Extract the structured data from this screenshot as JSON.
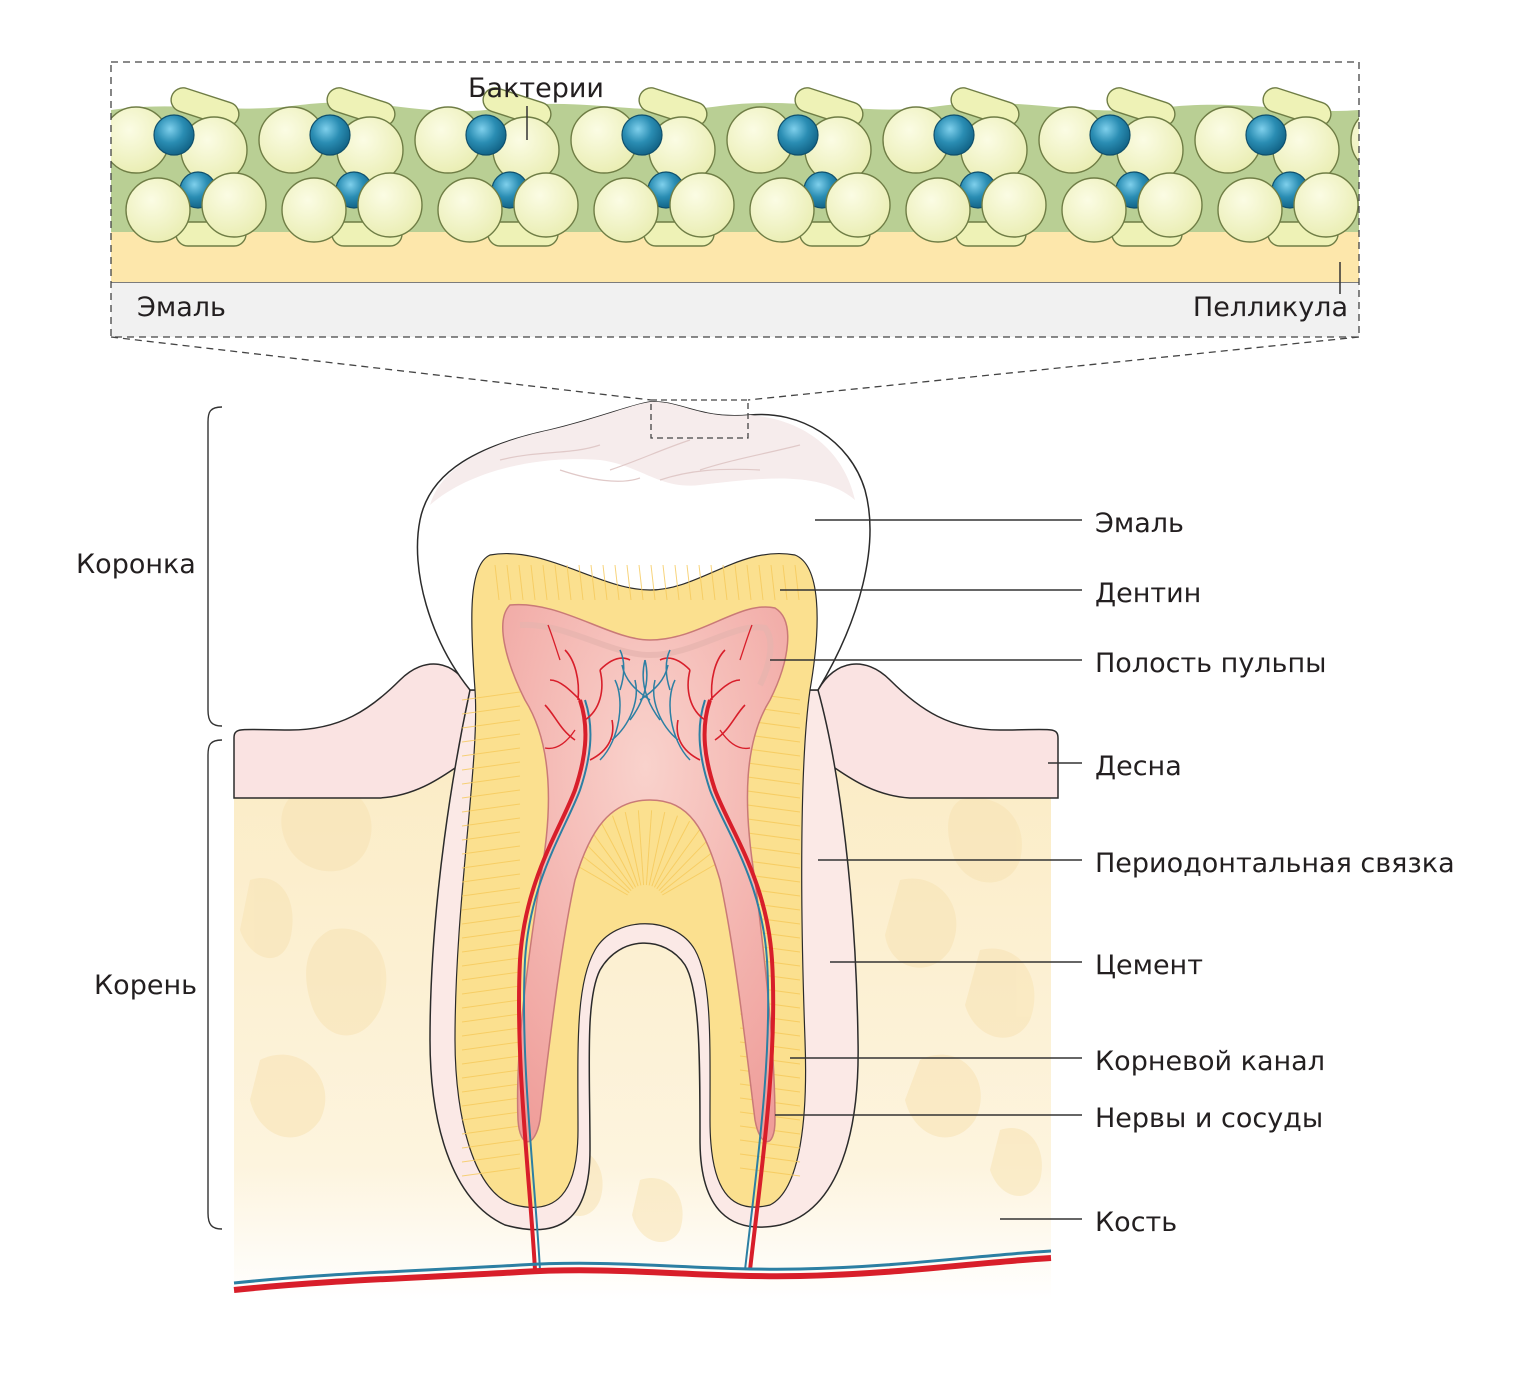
{
  "inset": {
    "bacteria_label": "Бактерии",
    "enamel_label": "Эмаль",
    "pellicle_label": "Пелликула"
  },
  "sections": {
    "crown": "Коронка",
    "root": "Корень"
  },
  "labels": {
    "enamel": "Эмаль",
    "dentin": "Дентин",
    "pulp_cavity": "Полость пульпы",
    "gum": "Десна",
    "periodontal_ligament": "Периодонтальная связка",
    "cement": "Цемент",
    "root_canal": "Корневой канал",
    "nerves_vessels": "Нервы и сосуды",
    "bone": "Кость"
  },
  "colors": {
    "bacteria_yellow": "#f3f5c0",
    "bacteria_outline": "#8a9a5a",
    "bacteria_blue": "#2a8db3",
    "biofilm_green": "#b9cf94",
    "pellicle": "#fce6a8",
    "dentin": "#fbe08f",
    "pulp": "#f2a8a4",
    "gum": "#fae3e2",
    "bone": "#fdf3dc",
    "artery": "#d81e2a",
    "vein": "#2c7fa3"
  }
}
